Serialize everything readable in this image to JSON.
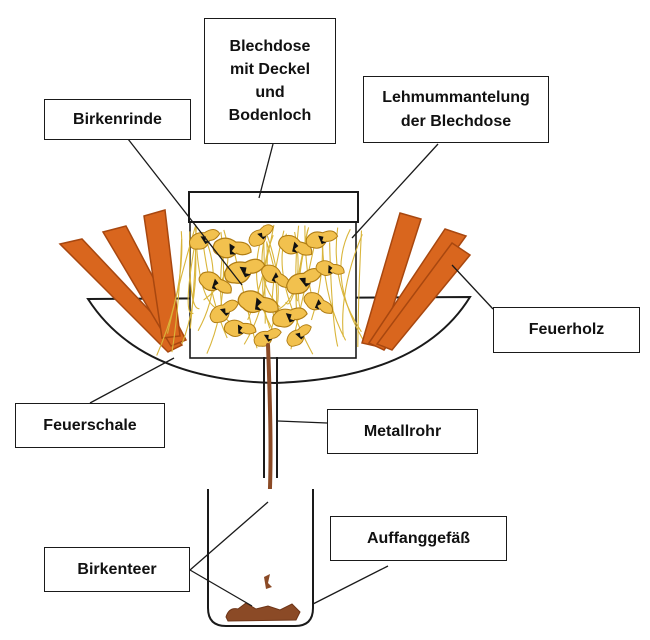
{
  "labels": {
    "blechdose": [
      "Blechdose",
      "mit Deckel",
      "und",
      "Bodenloch"
    ],
    "birkenrinde": "Birkenrinde",
    "lehmummantelung": [
      "Lehmummantelung",
      "der Blechdose"
    ],
    "feuerholz": "Feuerholz",
    "feuerschale": "Feuerschale",
    "metallrohr": "Metallrohr",
    "auffanggefaess": "Auffanggefäß",
    "birkenteer": "Birkenteer"
  },
  "colors": {
    "outline": "#1a1a1a",
    "wood": "#d9661e",
    "wood_edge": "#a8470f",
    "bark": "#f2c14e",
    "bark_edge": "#b07d14",
    "clay_fibers": "#d9b53a",
    "tar": "#8b4a26"
  }
}
